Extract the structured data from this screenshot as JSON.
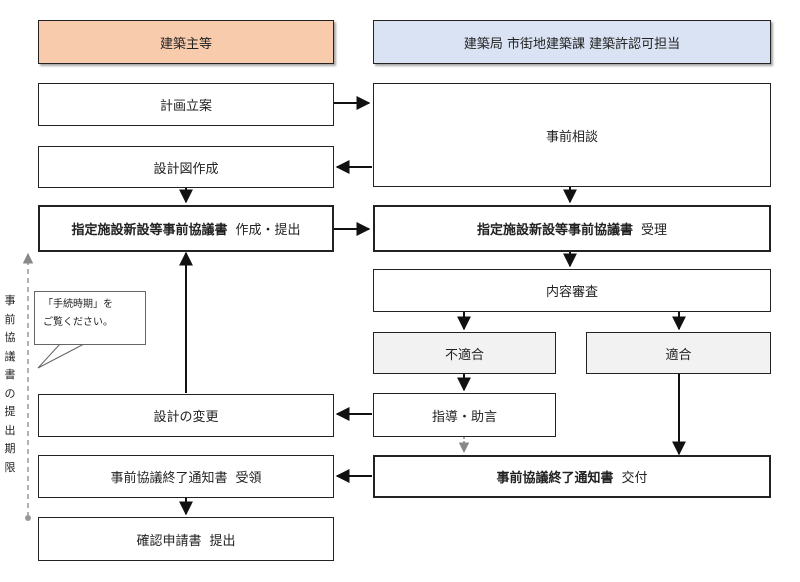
{
  "headers": {
    "left": "建築主等",
    "right": "建築局 市街地建築課 建築許認可担当",
    "left_color": "#f8cbad",
    "right_color": "#dae3f3"
  },
  "left_boxes": {
    "plan": "計画立案",
    "design_doc": "設計図作成",
    "submit_bold": "指定施設新設等事前協議書",
    "submit_rest": "作成・提出",
    "design_change": "設計の変更",
    "receive_bold": "事前協議終了通知書",
    "receive_rest": "受領",
    "confirm_label": "確認申請書",
    "confirm_rest": "提出"
  },
  "right_boxes": {
    "consult": "事前相談",
    "accept_bold": "指定施設新設等事前協議書",
    "accept_rest": "受理",
    "review": "内容審査",
    "nonconform": "不適合",
    "conform": "適合",
    "guidance": "指導・助言",
    "issue_bold": "事前協議終了通知書",
    "issue_rest": "交付",
    "nonconform_color": "#f2f2f2",
    "conform_color": "#f2f2f2"
  },
  "callout": {
    "line1": "「手続時期」を",
    "line2": "ご覧ください。"
  },
  "deadline_label": "事前協議書の提出期限"
}
